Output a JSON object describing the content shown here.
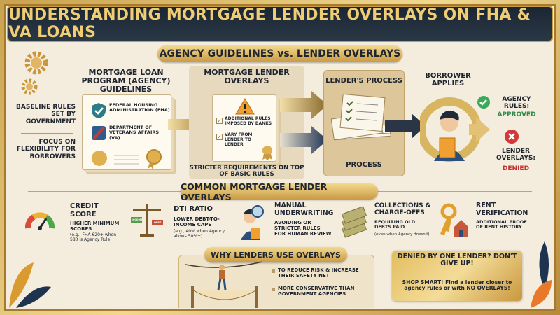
{
  "title": "UNDERSTANDING MORTGAGE LENDER OVERLAYS ON FHA & VA LOANS",
  "section1": {
    "heading": "AGENCY GUIDELINES vs. LENDER OVERLAYS",
    "left_notes": [
      "BASELINE RULES SET BY GOVERNMENT",
      "FOCUS ON FLEXIBILITY FOR BORROWERS"
    ],
    "agency": {
      "heading": "MORTGAGE LOAN PROGRAM (AGENCY) GUIDELINES",
      "items": [
        "FEDERAL HOUSING ADMINISTRATION (FHA)",
        "DEPARTMENT OF VETERANS AFFAIRS (VA)"
      ]
    },
    "overlays": {
      "heading": "MORTGAGE LENDER OVERLAYS",
      "items": [
        "ADDITIONAL RULES IMPOSED BY BANKS",
        "VARY FROM LENDER TO LENDER"
      ],
      "footer": "STRICTER REQUIREMENTS ON TOP OF BASIC RULES"
    },
    "process": {
      "heading": "LENDER'S PROCESS",
      "footer": "PROCESS"
    },
    "borrower": {
      "heading": "BORROWER APPLIES"
    },
    "outcomes": [
      {
        "label": "AGENCY RULES:",
        "status": "APPROVED",
        "color": "#2e8b4a",
        "icon": "check-circle-icon"
      },
      {
        "label": "LENDER OVERLAYS:",
        "status": "DENIED",
        "color": "#c62f2f",
        "icon": "x-circle-icon"
      }
    ]
  },
  "section2": {
    "heading": "COMMON MORTGAGE LENDER OVERLAYS",
    "items": [
      {
        "title": "CREDIT SCORE",
        "desc": "HIGHER MINIMUM SCORES",
        "note": "(e.g., FHA 620+ when 580 is Agency Rule)",
        "icon": "gauge-icon"
      },
      {
        "title": "DTI RATIO",
        "desc": "LOWER DEBT-TO-INCOME CAPS",
        "note": "(e.g., 40% when Agency allows 50%+)",
        "icon": "scale-icon",
        "scale_labels": [
          "INCOME",
          "DEBT"
        ]
      },
      {
        "title": "MANUAL UNDERWRITING",
        "desc": "AVOIDING OR STRICTER RULES FOR HUMAN REVIEW",
        "note": "",
        "icon": "magnifier-person-icon"
      },
      {
        "title": "COLLECTIONS & CHARGE-OFFS",
        "desc": "REQUIRING OLD DEBTS PAID",
        "note": "(even when Agency doesn't)",
        "icon": "cash-stack-icon"
      },
      {
        "title": "RENT VERIFICATION",
        "desc": "ADDITIONAL PROOF OF RENT HISTORY",
        "note": "",
        "icon": "key-house-icon"
      }
    ]
  },
  "section3": {
    "heading": "WHY LENDERS USE OVERLAYS",
    "bullets": [
      "TO REDUCE RISK & INCREASE THEIR SAFETY NET",
      "MORE CONSERVATIVE THAN GOVERNMENT AGENCIES"
    ]
  },
  "callout": {
    "heading": "DENIED BY ONE LENDER? DON'T GIVE UP!",
    "body": "SHOP SMART! Find a lender closer to agency rules or with NO OVERLAYS!"
  },
  "colors": {
    "gold": "#c99a44",
    "navy": "#1e2a3a",
    "cream": "#f4ecdc"
  }
}
